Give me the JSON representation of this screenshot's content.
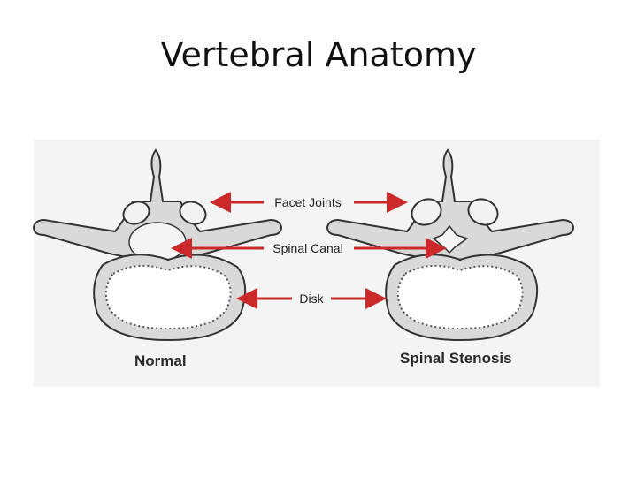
{
  "slide": {
    "title": "Vertebral Anatomy"
  },
  "diagram": {
    "labels": {
      "facet_joints": "Facet Joints",
      "spinal_canal": "Spinal Canal",
      "disk": "Disk"
    },
    "captions": {
      "normal": "Normal",
      "stenosis": "Spinal Stenosis"
    },
    "colors": {
      "arrow": "#cc2a2a",
      "bone_fill": "#d9d9d9",
      "outline": "#333333",
      "panel_bg": "#f4f4f4"
    }
  }
}
